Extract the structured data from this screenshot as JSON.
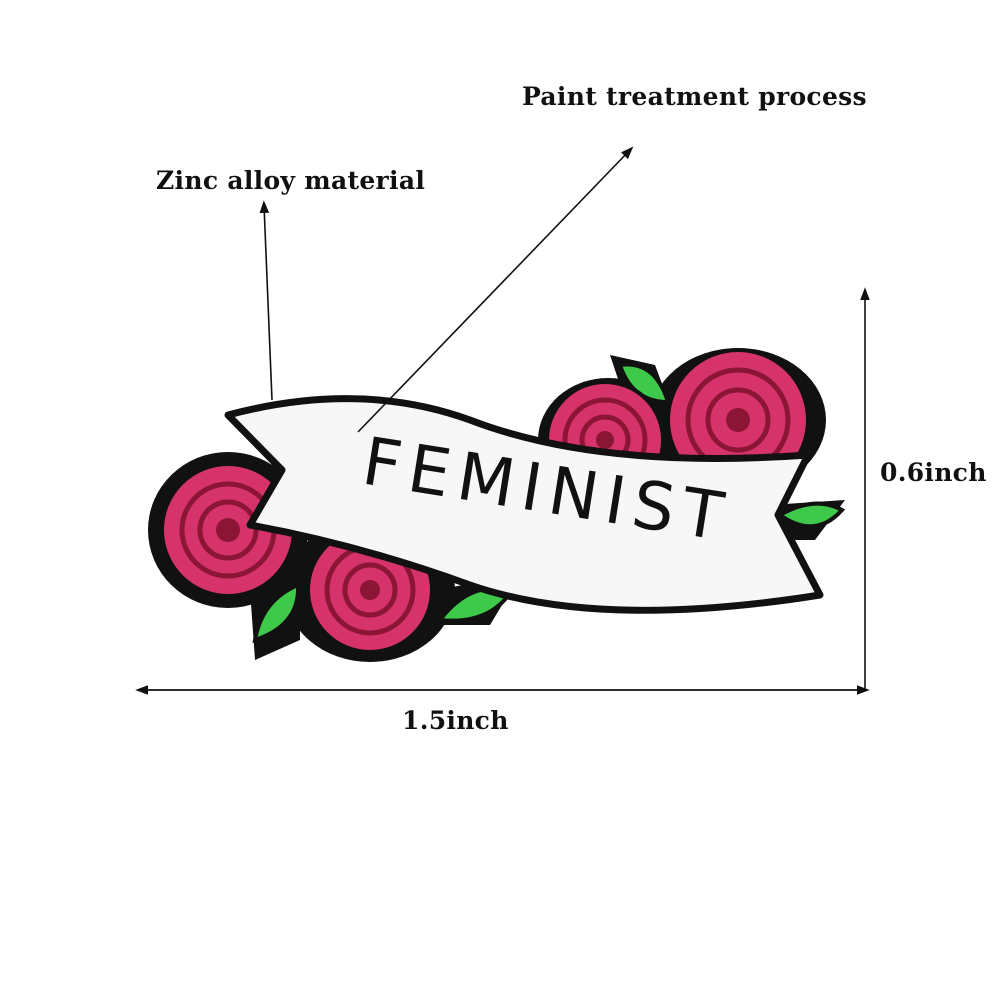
{
  "annotations": {
    "paint_label": "Paint treatment process",
    "material_label": "Zinc alloy material",
    "height_label": "0.6inch",
    "width_label": "1.5inch"
  },
  "pin": {
    "banner_text": "FEMINIST"
  },
  "colors": {
    "rose": "#d6336b",
    "rose_dark": "#8a1535",
    "leaf": "#3fc94a",
    "outline": "#111111",
    "banner": "#f7f7f7"
  }
}
